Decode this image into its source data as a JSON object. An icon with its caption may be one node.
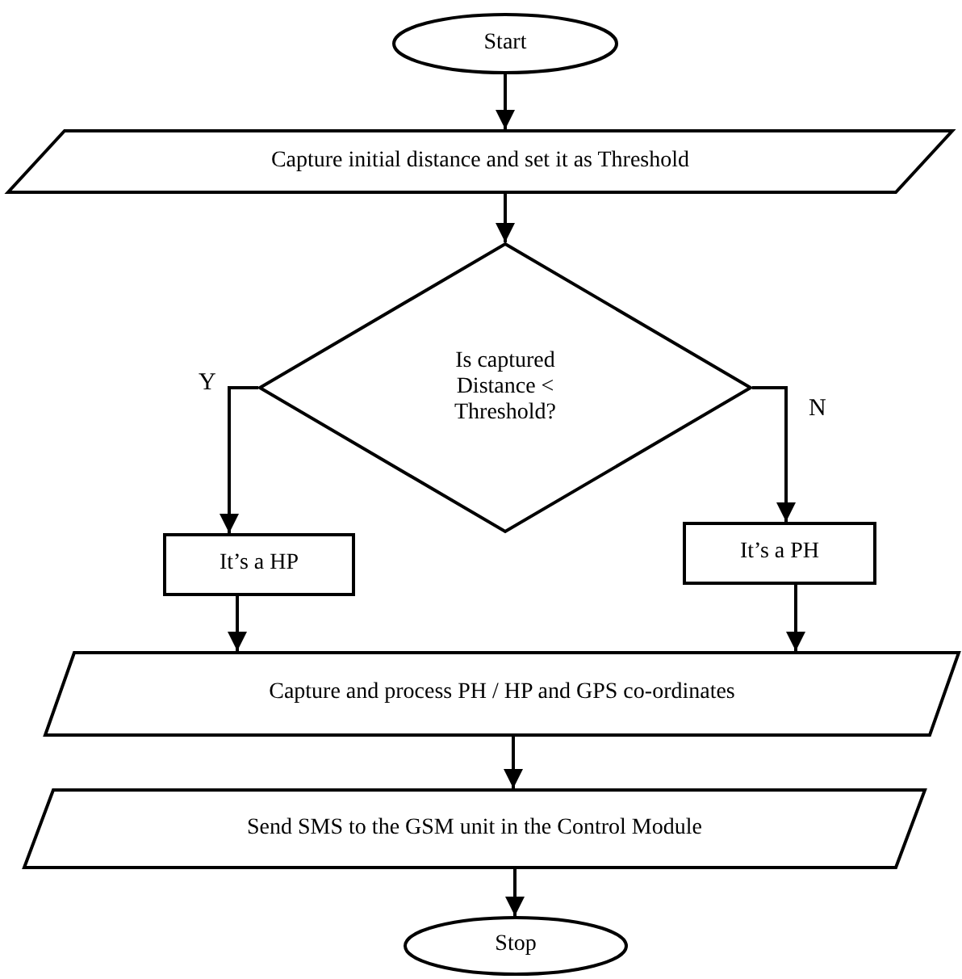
{
  "diagram": {
    "nodes": [
      {
        "text": [
          "Start"
        ]
      },
      {
        "text": [
          "Capture initial distance and set it as Threshold"
        ]
      },
      {
        "text": [
          "Is captured Distance < Threshold?"
        ]
      },
      {
        "text": [
          "It’s a HP"
        ]
      },
      {
        "text": [
          "It’s a PH"
        ]
      },
      {
        "text": [
          "Capture and process PH / HP and GPS co-ordinates"
        ]
      },
      {
        "text": [
          "Send SMS to the GSM unit in the Control Module"
        ]
      },
      {
        "text": [
          "Stop"
        ]
      }
    ],
    "edges": [
      {
        "from": 0,
        "to": 1,
        "arrow": "to"
      },
      {
        "from": 1,
        "to": 2,
        "arrow": "to"
      },
      {
        "from": 2,
        "to": 3,
        "arrow": "to",
        "label": "Y"
      },
      {
        "from": 2,
        "to": 4,
        "arrow": "to",
        "label": "N"
      },
      {
        "from": 3,
        "to": 5,
        "arrow": "to"
      },
      {
        "from": 4,
        "to": 5,
        "arrow": "to"
      },
      {
        "from": 5,
        "to": 6,
        "arrow": "to"
      },
      {
        "from": 6,
        "to": 7,
        "arrow": "to"
      }
    ]
  }
}
